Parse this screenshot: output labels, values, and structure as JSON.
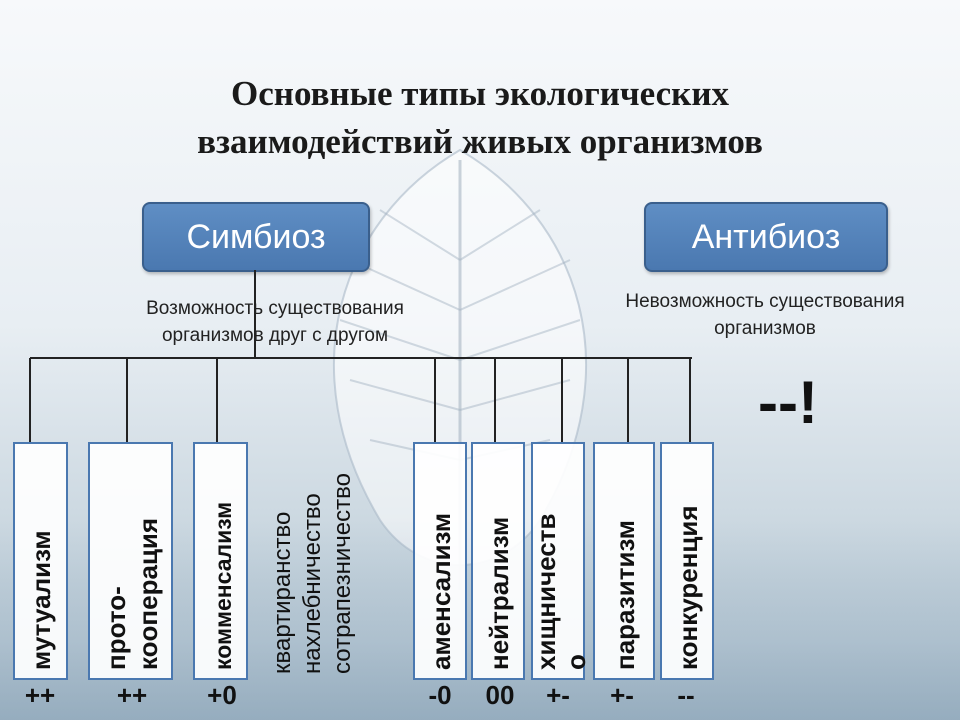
{
  "title": {
    "line1": "Основные типы экологических",
    "line2": "взаимодействий живых организмов"
  },
  "symbiosis": {
    "label": "Симбиоз",
    "desc_line1": "Возможность существования",
    "desc_line2": "организмов друг с другом"
  },
  "antibiosis": {
    "label": "Антибиоз",
    "desc_line1": "Невозможность существования",
    "desc_line2": "организмов",
    "mark": "--!"
  },
  "types": [
    {
      "line1": "мутуализм",
      "line2": "",
      "sign": "++"
    },
    {
      "line1": "прото-",
      "line2": "кооперация",
      "sign": "++"
    },
    {
      "line1": "комменсализм",
      "line2": "",
      "sign": "+0"
    },
    {
      "line1": "квартиранство",
      "line2": "нахлебничество",
      "line3": "сотрапезничество"
    },
    {
      "line1": "аменсализм",
      "line2": "",
      "sign": "-0"
    },
    {
      "line1": "нейтрализм",
      "line2": "",
      "sign": "00"
    },
    {
      "line1": "хищничеств",
      "line2": "о",
      "sign": "+-"
    },
    {
      "line1": "паразитизм",
      "line2": "",
      "sign": "+-"
    },
    {
      "line1": "конкуренция",
      "line2": "",
      "sign": "--"
    }
  ],
  "colors": {
    "box_fill": "#5585bf",
    "box_border": "#3a5f8c",
    "line": "#222222"
  }
}
